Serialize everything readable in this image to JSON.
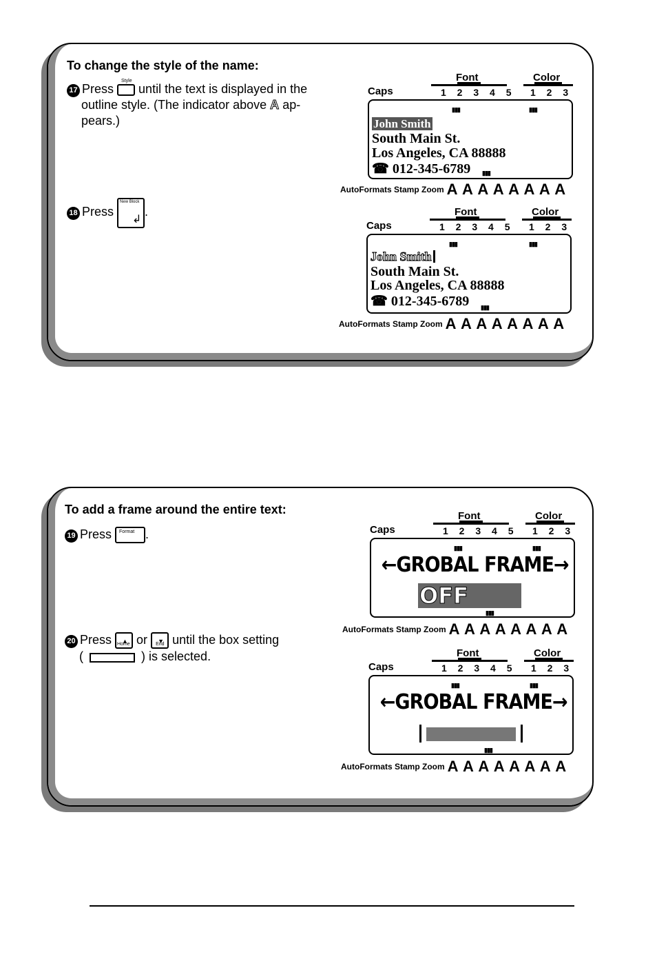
{
  "section1": {
    "heading": "To change the style of the name:",
    "step17": {
      "num": "17",
      "press": "Press",
      "key_label": "Style",
      "after_key": "until the text is displayed in the",
      "line2": "outline style. (The indicator above",
      "line2b": "ap-",
      "line3": "pears.)"
    },
    "step18": {
      "num": "18",
      "press": "Press",
      "key_label": "New Block",
      "after": "."
    }
  },
  "section2": {
    "heading": "To add a frame around the entire text:",
    "step19": {
      "num": "19",
      "press": "Press",
      "key_label": "Format",
      "after": "."
    },
    "step20": {
      "num": "20",
      "press": "Press",
      "key1_label": "Home",
      "or": "or",
      "key2_label": "End",
      "after": "until the box setting",
      "line2a": "(",
      "line2b": ") is selected."
    }
  },
  "lcd": {
    "font_label": "Font",
    "color_label": "Color",
    "caps_label": "Caps",
    "font_numbers": "1 2 3 4 5",
    "color_numbers": "1 2 3",
    "dots": "▮▮▮",
    "indicators_label": "AutoFormats Stamp Zoom",
    "indicator_glyphs": "A A A A A A A A"
  },
  "screen_text": {
    "name": "John Smith",
    "line2": "South Main St.",
    "line3": "Los Angeles, CA 88888",
    "phone_icon": "☎",
    "line4": "012-345-6789"
  },
  "frame_screen": {
    "title": "←GROBAL FRAME→",
    "off": "OFF"
  }
}
